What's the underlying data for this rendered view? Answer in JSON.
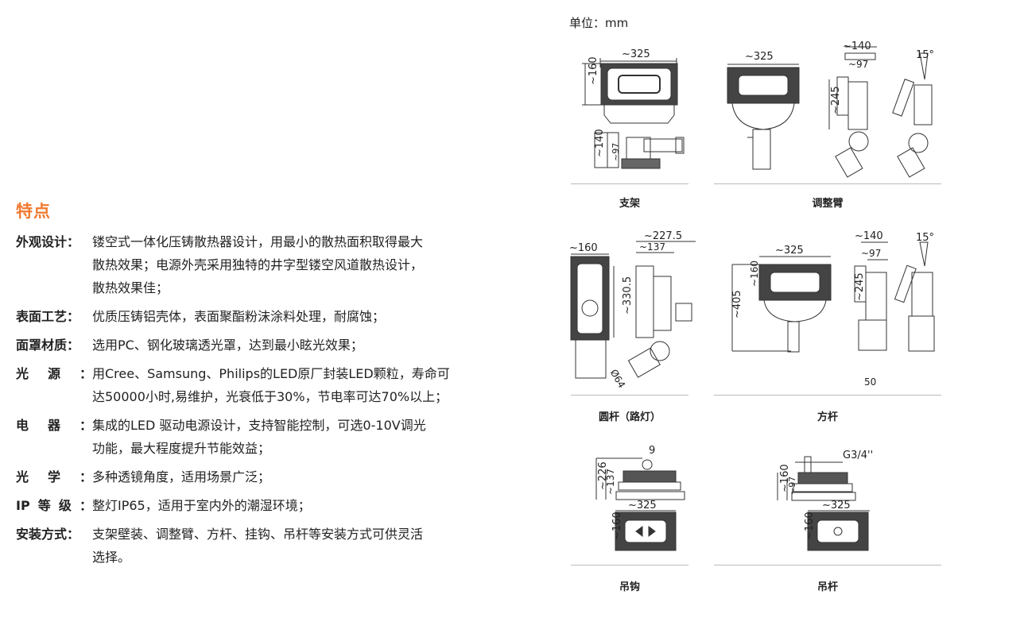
{
  "features": {
    "title": "特点",
    "items": [
      {
        "label": "外观设计",
        "label_chars": [
          "外观设计"
        ],
        "lines": [
          "镂空式一体化压铸散热器设计，用最小的散热面积取得最大",
          "散热效果；电源外壳采用独特的井字型镂空风道散热设计，",
          "散热效果佳；"
        ]
      },
      {
        "label": "表面工艺",
        "label_chars": [
          "表面工艺"
        ],
        "lines": [
          "优质压铸铝壳体，表面聚酯粉沫涂料处理，耐腐蚀；"
        ]
      },
      {
        "label": "面罩材质",
        "label_chars": [
          "面罩材质"
        ],
        "lines": [
          "选用PC、钢化玻璃透光罩，达到最小眩光效果；"
        ]
      },
      {
        "label": "光源",
        "label_chars": [
          "光",
          "源"
        ],
        "lines": [
          "用Cree、Samsung、Philips的LED原厂封装LED颗粒，寿命可",
          "达50000小时,易维护，光衰低于30%，节电率可达70%以上；"
        ]
      },
      {
        "label": "电器",
        "label_chars": [
          "电",
          "器"
        ],
        "lines": [
          "集成的LED 驱动电源设计，支持智能控制，可选0-10V调光",
          "功能，最大程度提升节能效益；"
        ]
      },
      {
        "label": "光学",
        "label_chars": [
          "光",
          "学"
        ],
        "lines": [
          "多种透镜角度，适用场景广泛；"
        ]
      },
      {
        "label": "IP等级",
        "label_chars": [
          "IP",
          "等",
          "级"
        ],
        "lines": [
          "整灯IP65，适用于室内外的潮湿环境；"
        ]
      },
      {
        "label": "安装方式",
        "label_chars": [
          "安装方式"
        ],
        "lines": [
          "支架壁装、调整臂、方杆、挂钩、吊杆等安装方式可供灵活",
          "选择。"
        ]
      }
    ],
    "colon": "：",
    "accent_color": "#f07a30"
  },
  "dimensions": {
    "unit_label": "单位：mm",
    "diagrams": [
      {
        "caption": "支架",
        "dims": [
          "~325",
          "~160",
          "~140",
          "~97"
        ]
      },
      {
        "caption": "调整臂",
        "dims": [
          "~325",
          "~140",
          "~97",
          "~245",
          "15°"
        ]
      },
      {
        "caption": "圆杆（路灯）",
        "dims": [
          "~160",
          "~227.5",
          "~137",
          "~330.5",
          "Ø64"
        ]
      },
      {
        "caption": "方杆",
        "dims": [
          "~325",
          "~160",
          "~405",
          "~140",
          "~97",
          "~245",
          "15°",
          "50"
        ]
      },
      {
        "caption": "吊钩",
        "dims": [
          "9",
          "~226",
          "~137",
          "~325",
          "~160"
        ]
      },
      {
        "caption": "吊杆",
        "dims": [
          "G3/4''",
          "~160",
          "~97",
          "~325",
          "~160"
        ]
      }
    ]
  }
}
